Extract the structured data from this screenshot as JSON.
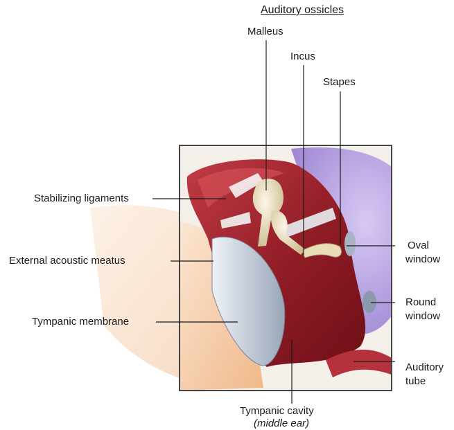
{
  "title": "Auditory ossicles",
  "labels": {
    "malleus": "Malleus",
    "incus": "Incus",
    "stapes": "Stapes",
    "stabilizing_ligaments": "Stabilizing ligaments",
    "external_acoustic_meatus": "External acoustic meatus",
    "tympanic_membrane": "Tympanic membrane",
    "oval_window_1": "Oval",
    "oval_window_2": "window",
    "round_window_1": "Round",
    "round_window_2": "window",
    "auditory_tube_1": "Auditory",
    "auditory_tube_2": "tube",
    "tympanic_cavity_1": "Tympanic cavity",
    "tympanic_cavity_2": "(middle ear)"
  },
  "colors": {
    "cavity": "#8e1a22",
    "cavity_light": "#c33a44",
    "bone": "#e6dcc0",
    "membrane": "#c9d3e0",
    "inner_ear": "#a48ad8",
    "skin": "#f2c9a4",
    "frame": "#444444"
  }
}
